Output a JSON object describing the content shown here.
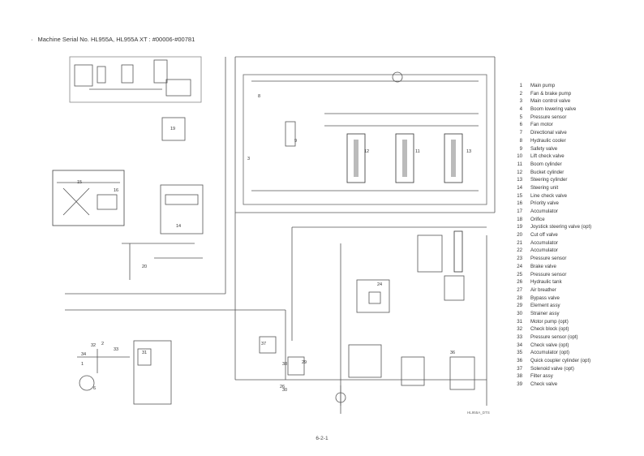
{
  "header": {
    "title": "Machine Serial No. HL955A, HL955A XT : #00006-#00781"
  },
  "legend": [
    {
      "num": "1",
      "text": "Main pump"
    },
    {
      "num": "2",
      "text": "Fan & brake pump"
    },
    {
      "num": "3",
      "text": "Main control valve"
    },
    {
      "num": "4",
      "text": "Boom lowering valve"
    },
    {
      "num": "5",
      "text": "Pressure sensor"
    },
    {
      "num": "6",
      "text": "Fan motor"
    },
    {
      "num": "7",
      "text": "Directional valve"
    },
    {
      "num": "8",
      "text": "Hydraulic cooler"
    },
    {
      "num": "9",
      "text": "Safety valve"
    },
    {
      "num": "10",
      "text": "Lift check valve"
    },
    {
      "num": "11",
      "text": "Boom cylinder"
    },
    {
      "num": "12",
      "text": "Bucket cylinder"
    },
    {
      "num": "13",
      "text": "Steering cylinder"
    },
    {
      "num": "14",
      "text": "Steering unit"
    },
    {
      "num": "15",
      "text": "Line check valve"
    },
    {
      "num": "16",
      "text": "Priority valve"
    },
    {
      "num": "17",
      "text": "Accumulator"
    },
    {
      "num": "18",
      "text": "Orifice"
    },
    {
      "num": "19",
      "text": "Joystick steering valve (opt)"
    },
    {
      "num": "20",
      "text": "Cut off valve"
    },
    {
      "num": "21",
      "text": "Accumulator"
    },
    {
      "num": "22",
      "text": "Accumulator"
    },
    {
      "num": "23",
      "text": "Pressure sensor"
    },
    {
      "num": "24",
      "text": "Brake valve"
    },
    {
      "num": "25",
      "text": "Pressure sensor"
    },
    {
      "num": "26",
      "text": "Hydraulic tank"
    },
    {
      "num": "27",
      "text": "Air breather"
    },
    {
      "num": "28",
      "text": "Bypass valve"
    },
    {
      "num": "29",
      "text": "Element assy"
    },
    {
      "num": "30",
      "text": "Strainer assy"
    },
    {
      "num": "31",
      "text": "Motor pump (opt)"
    },
    {
      "num": "32",
      "text": "Check block (opt)"
    },
    {
      "num": "33",
      "text": "Pressure sensor (opt)"
    },
    {
      "num": "34",
      "text": "Check valve (opt)"
    },
    {
      "num": "35",
      "text": "Accumulator (opt)"
    },
    {
      "num": "36",
      "text": "Quick coupler cylinder (opt)"
    },
    {
      "num": "37",
      "text": "Solenoid valve (opt)"
    },
    {
      "num": "38",
      "text": "Filter assy"
    },
    {
      "num": "39",
      "text": "Check valve"
    }
  ],
  "diagram_labels": {
    "l1": "1",
    "l2": "2",
    "l3": "3",
    "l6": "6",
    "l8": "8",
    "l9": "9",
    "l11": "11",
    "l12": "12",
    "l13": "13",
    "l14": "14",
    "l15": "15",
    "l16": "16",
    "l19": "19",
    "l20": "20",
    "l24": "24",
    "l26": "26",
    "l29": "29",
    "l30": "30",
    "l31": "31",
    "l32": "32",
    "l33": "33",
    "l34": "34",
    "l36": "36",
    "l37": "37",
    "l38": "38"
  },
  "footer": {
    "page": "6-2-1"
  },
  "drawing_code": "HL955A_DTS"
}
